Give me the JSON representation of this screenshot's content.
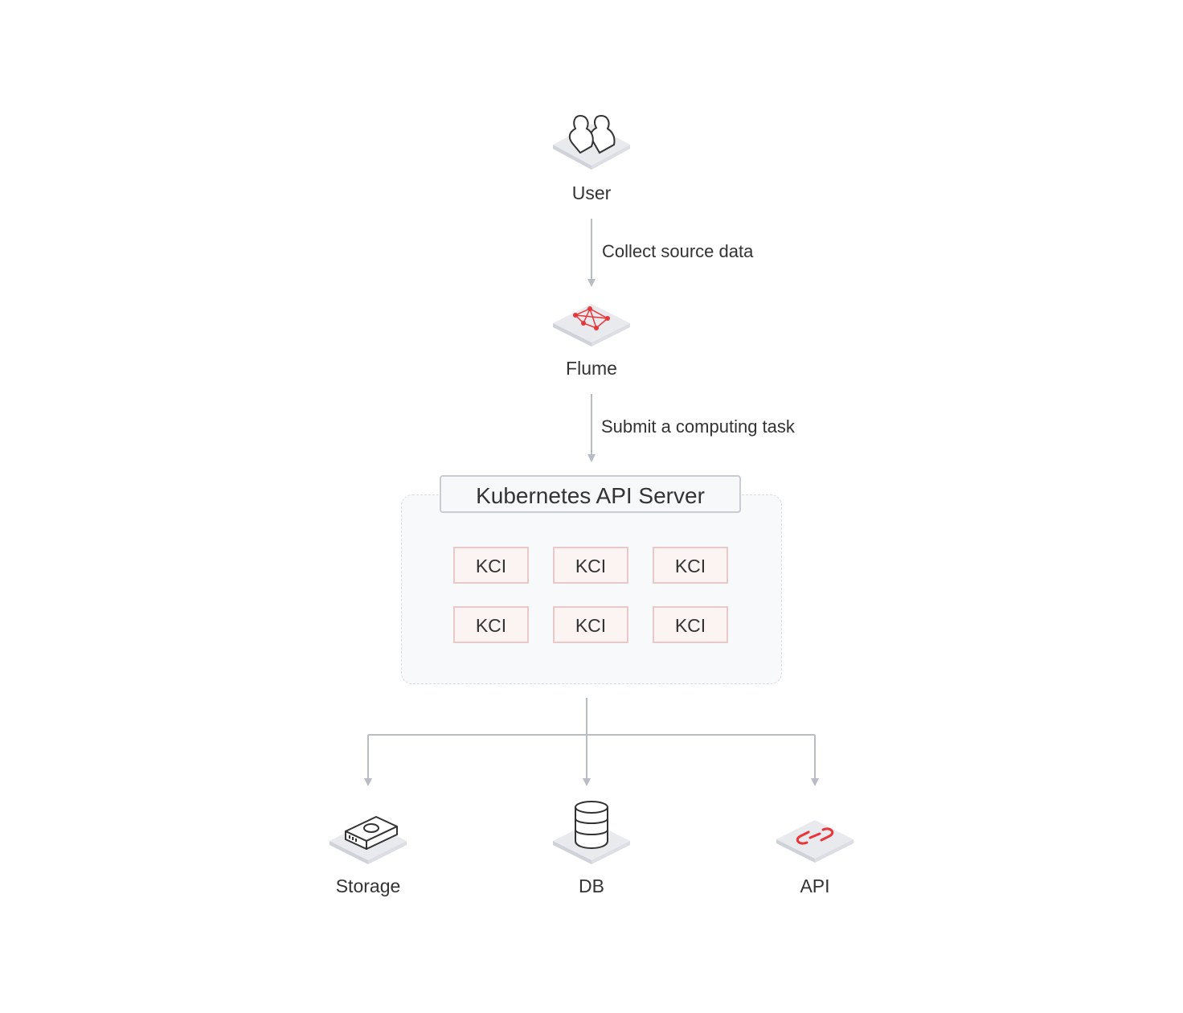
{
  "nodes": {
    "user": "User",
    "flume": "Flume",
    "storage": "Storage",
    "db": "DB",
    "api": "API"
  },
  "edges": {
    "user_to_flume": "Collect source data",
    "flume_to_k8s": "Submit a computing task"
  },
  "cluster": {
    "title": "Kubernetes API Server",
    "kci": [
      "KCI",
      "KCI",
      "KCI",
      "KCI",
      "KCI",
      "KCI"
    ]
  },
  "colors": {
    "line": "#b8bcc4",
    "accent": "#e8363b",
    "platform_top": "#e9eaed",
    "platform_side": "#cfd2d8"
  },
  "icons": {
    "user": "users-icon",
    "flume": "flume-network-icon",
    "storage": "storage-disk-icon",
    "db": "database-icon",
    "api": "api-link-icon"
  }
}
